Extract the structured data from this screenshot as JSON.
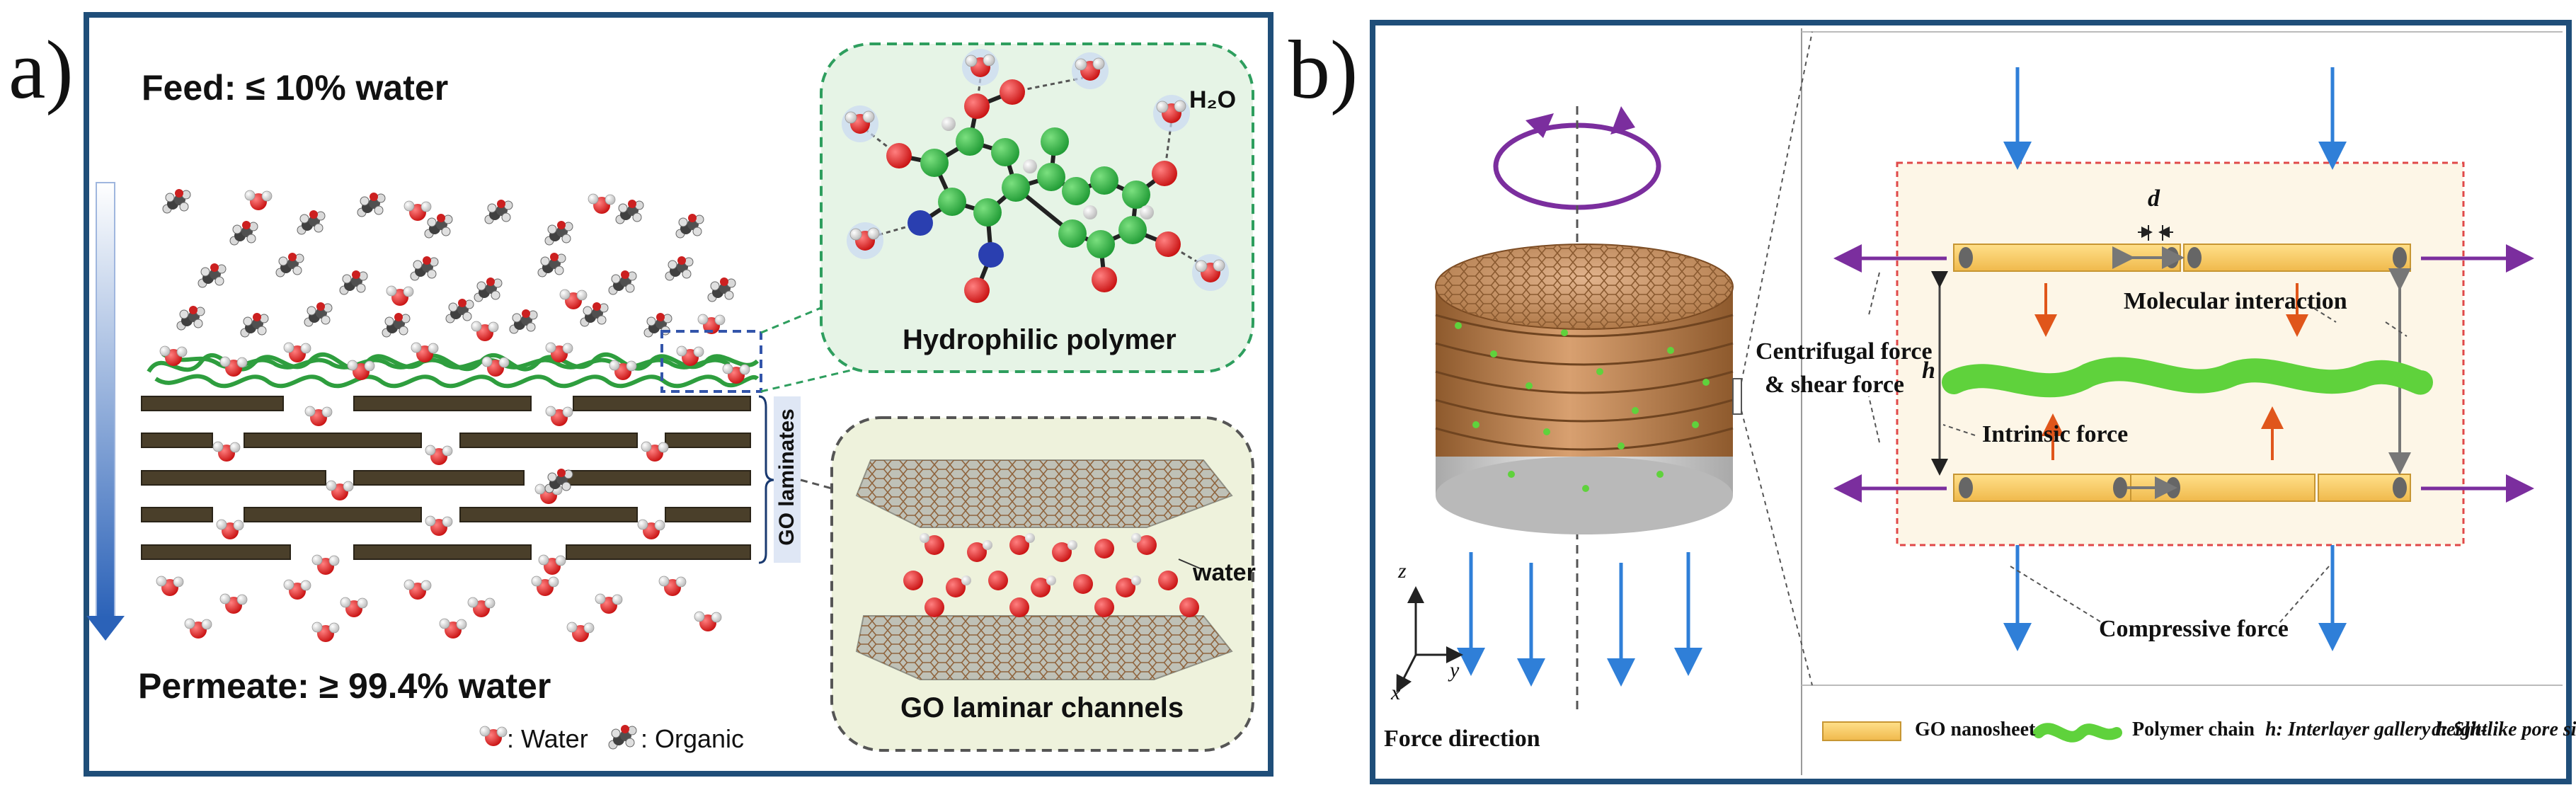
{
  "panel_a": {
    "label": "a)",
    "feed_text": "Feed: ≤ 10% water",
    "permeate_text": "Permeate: ≥ 99.4% water",
    "h2o_label": "H₂O",
    "hydrophilic_polymer_label": "Hydrophilic polymer",
    "go_laminates_label": "GO laminates",
    "water_label": "water",
    "go_channels_label": "GO laminar channels",
    "legend_water": ": Water",
    "legend_organic": ": Organic",
    "colors": {
      "frame": "#1f4e79",
      "polymer": "#2e9e3e",
      "laminate": "#4a3f2a",
      "water_red": "#e02020",
      "callout_green": "#2e9e5e",
      "callout_fill": "#eef2dc",
      "arrow_blue": "#3a6fc4"
    }
  },
  "panel_b": {
    "label": "b)",
    "d_label": "d",
    "h_label": "h",
    "molecular_interaction_label": "Molecular interaction",
    "centrifugal_label_line1": "Centrifugal force",
    "centrifugal_label_line2": "& shear force",
    "intrinsic_force_label": "Intrinsic force",
    "compressive_force_label": "Compressive force",
    "force_direction_label": "Force direction",
    "axis_z": "z",
    "axis_y": "y",
    "axis_x": "x",
    "legend_go_nanosheet": "GO nanosheet",
    "legend_polymer_chain": "Polymer chain",
    "legend_h": "h: Interlayer gallery height",
    "legend_d": "d: Slit-like pore size",
    "colors": {
      "frame": "#1f4e79",
      "sheet": "#f5c66a",
      "polymer": "#5fd23c",
      "arrow_blue": "#2f7fd8",
      "arrow_purple": "#7b2e9e",
      "arrow_orange": "#e0561b",
      "box_border": "#e04848",
      "box_fill": "#fdf6e7"
    }
  }
}
